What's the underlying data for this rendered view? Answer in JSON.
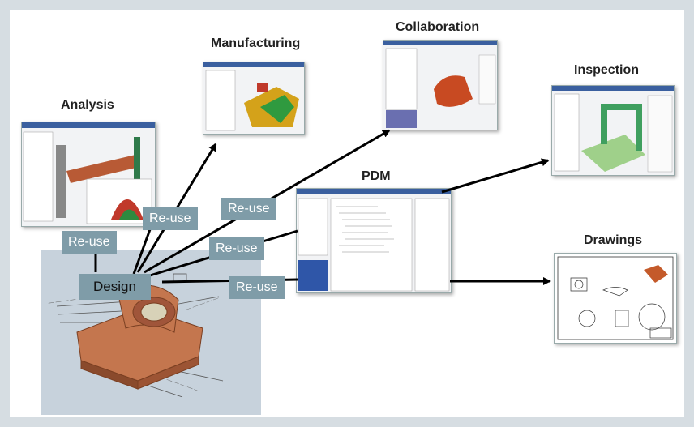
{
  "nodes": {
    "analysis": "Analysis",
    "manufacturing": "Manufacturing",
    "collaboration": "Collaboration",
    "inspection": "Inspection",
    "pdm": "PDM",
    "drawings": "Drawings",
    "design": "Design"
  },
  "reuse_labels": [
    "Re-use",
    "Re-use",
    "Re-use",
    "Re-use",
    "Re-use"
  ],
  "colors": {
    "frame": "#d6dde2",
    "label_box": "#7f9ca8",
    "design_bg": "#c7d2dc",
    "arrow": "#000000",
    "part_copper": "#c4764e"
  }
}
